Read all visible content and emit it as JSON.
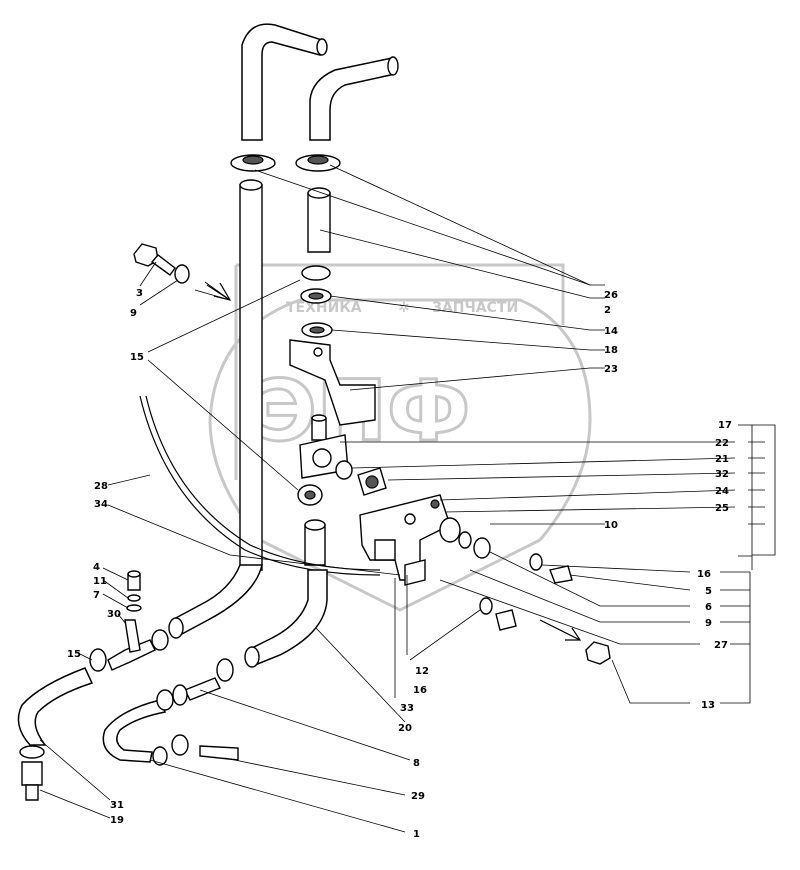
{
  "watermark": {
    "top_text": "ТЕХНИКА",
    "top_text_right": "ЗАПЧАСТИ",
    "big_text": "ЭПФ"
  },
  "callouts": {
    "c26": "26",
    "c2": "2",
    "c14": "14",
    "c18": "18",
    "c23": "23",
    "c3": "3",
    "c9a": "9",
    "c15a": "15",
    "c17": "17",
    "c22": "22",
    "c21": "21",
    "c32": "32",
    "c24": "24",
    "c25": "25",
    "c10": "10",
    "c28": "28",
    "c34": "34",
    "c16a": "16",
    "c5": "5",
    "c6": "6",
    "c9b": "9",
    "c27": "27",
    "c4": "4",
    "c11": "11",
    "c7": "7",
    "c30": "30",
    "c15b": "15",
    "c12": "12",
    "c16b": "16",
    "c33": "33",
    "c13": "13",
    "c20": "20",
    "c8": "8",
    "c29": "29",
    "c31": "31",
    "c19": "19",
    "c1": "1"
  }
}
